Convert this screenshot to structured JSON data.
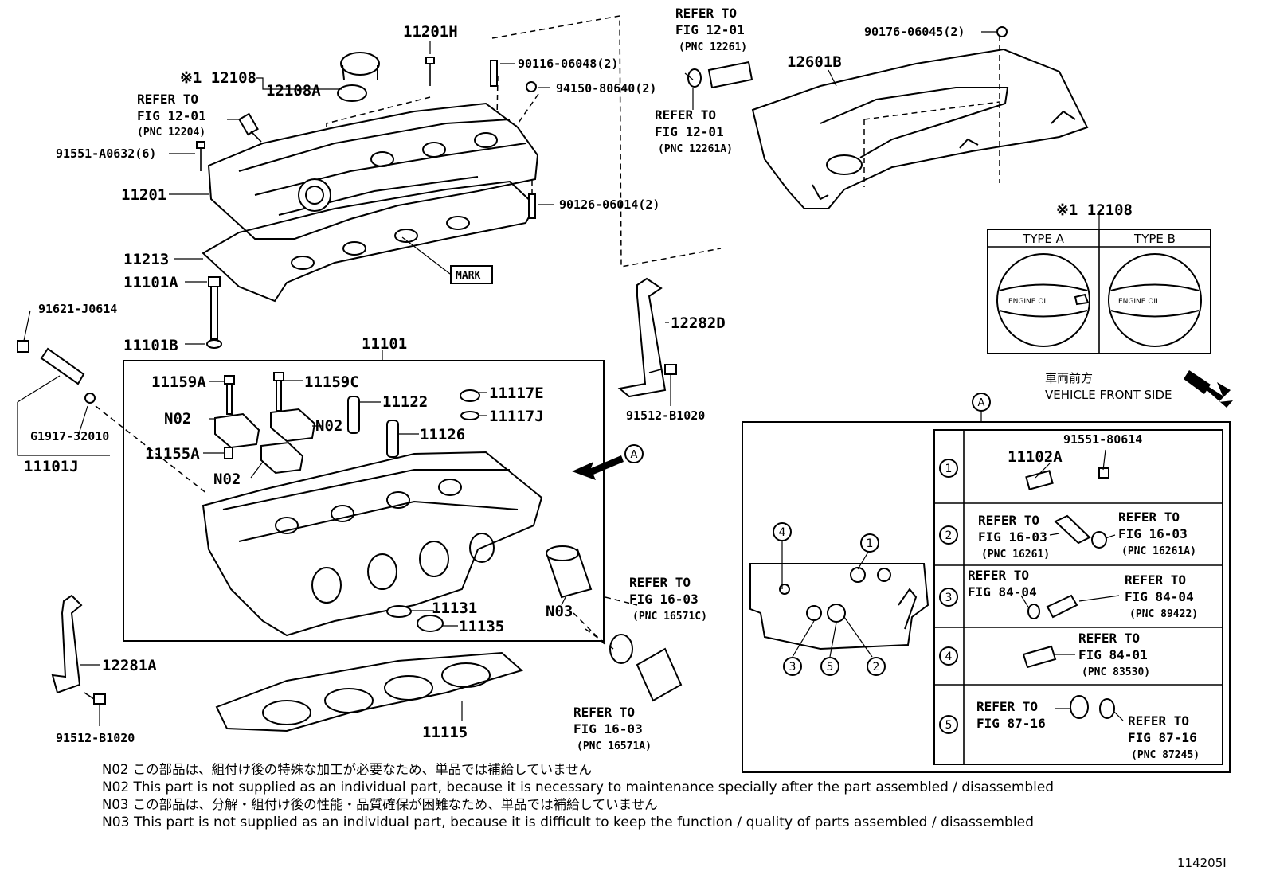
{
  "labels": {
    "p11201H": "11201H",
    "p12108": "※1 12108",
    "p12108A": "12108A",
    "ref_12204": {
      "l1": "REFER TO",
      "l2": "FIG 12-01",
      "l3": "(PNC 12204)"
    },
    "p91551A": "91551-A0632(6)",
    "p11201": "11201",
    "p90116": "90116-06048(2)",
    "p94150": "94150-80640(2)",
    "p90126": "90126-06014(2)",
    "ref_12261": {
      "l1": "REFER TO",
      "l2": "FIG 12-01",
      "l3": "(PNC 12261)"
    },
    "ref_12261A": {
      "l1": "REFER TO",
      "l2": "FIG 12-01",
      "l3": "(PNC 12261A)"
    },
    "p90176": "90176-06045(2)",
    "p12601B": "12601B",
    "p11213": "11213",
    "mark": "MARK",
    "p11101A": "11101A",
    "p11101B": "11101B",
    "p91621": "91621-J0614",
    "pG1917": "G1917-32010",
    "p11101J": "11101J",
    "p11101": "11101",
    "p11159A": "11159A",
    "p11159C": "11159C",
    "p11117E": "11117E",
    "p11117J": "11117J",
    "p11122": "11122",
    "p11126": "11126",
    "pN02a": "N02",
    "pN02b": "N02",
    "pN02c": "N02",
    "p11155A": "11155A",
    "p11131": "11131",
    "p11135": "11135",
    "pN03": "N03",
    "p12282D": "12282D",
    "p91512a": "91512-B1020",
    "p12281A": "12281A",
    "p91512b": "91512-B1020",
    "p11115": "11115",
    "ref_16571C": {
      "l1": "REFER TO",
      "l2": "FIG 16-03",
      "l3": "(PNC 16571C)"
    },
    "ref_16571A": {
      "l1": "REFER TO",
      "l2": "FIG 16-03",
      "l3": "(PNC 16571A)"
    },
    "viewA": "A"
  },
  "cap_table": {
    "title": "※1 12108",
    "type_a": "TYPE A",
    "type_b": "TYPE B",
    "engine_oil": "ENGINE OIL"
  },
  "front": {
    "jp": "車両前方",
    "en": "VEHICLE FRONT SIDE"
  },
  "detail": {
    "marker": "A",
    "c1": "1",
    "c2": "2",
    "c3": "3",
    "c4": "4",
    "c5": "5",
    "r1_pn1": "91551-80614",
    "r1_pn2": "11102A",
    "r2": {
      "l1": "REFER TO",
      "l2": "FIG 16-03",
      "l3": "(PNC 16261)",
      "r1": "REFER TO",
      "r2": "FIG 16-03",
      "r3": "(PNC 16261A)"
    },
    "r3": {
      "l1": "REFER TO",
      "l2": "FIG 84-04",
      "r1": "REFER TO",
      "r2": "FIG 84-04",
      "r3": "(PNC 89422)"
    },
    "r4": {
      "r1": "REFER TO",
      "r2": "FIG 84-01",
      "r3": "(PNC 83530)"
    },
    "r5": {
      "l1": "REFER TO",
      "l2": "FIG 87-16",
      "r1": "REFER TO",
      "r2": "FIG 87-16",
      "r3": "(PNC 87245)"
    }
  },
  "notes": [
    "N02 この部品は、組付け後の特殊な加工が必要なため、単品では補給していません",
    "N02 This part is not supplied as an individual part, because it is necessary to maintenance specially after the part assembled / disassembled",
    "N03 この部品は、分解・組付け後の性能・品質確保が困難なため、単品では補給していません",
    "N03 This part is not supplied as an individual part, because it is difficult to keep the function / quality of parts  assembled / disassembled"
  ],
  "figure_id": "114205I"
}
